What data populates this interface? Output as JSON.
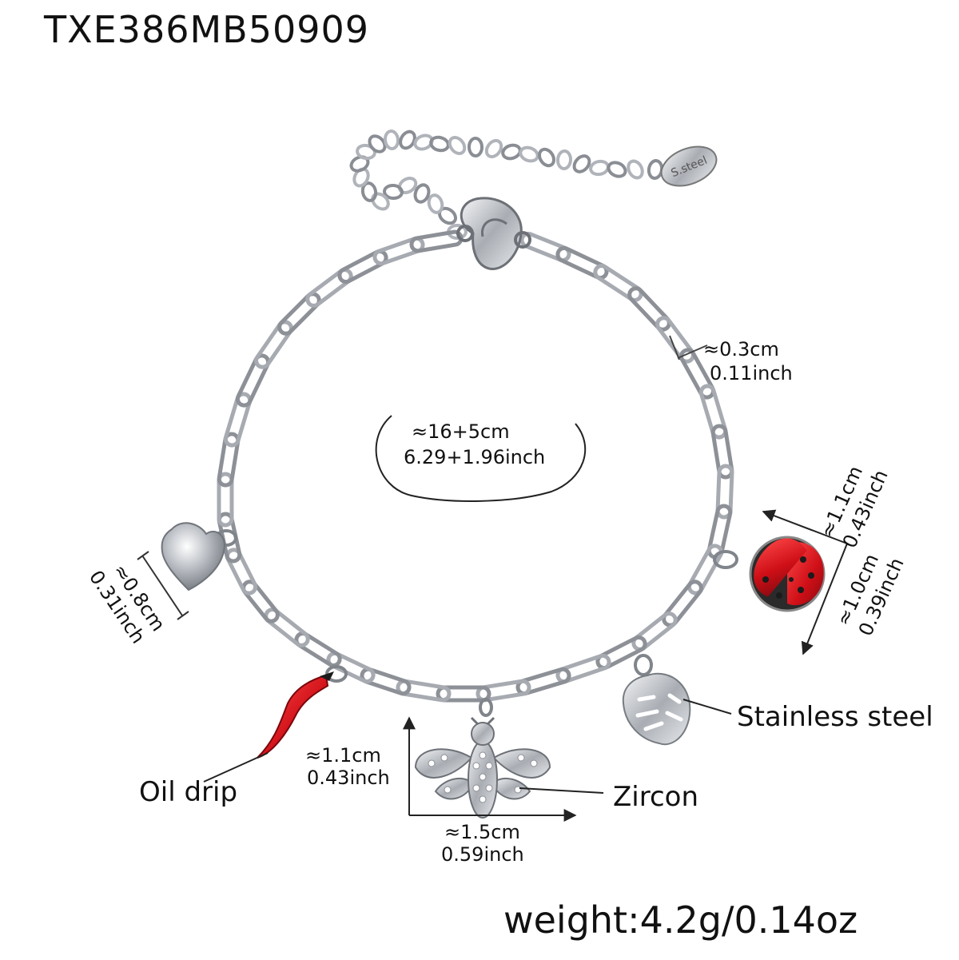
{
  "product": {
    "sku": "TXE386MB50909",
    "weight": "weight:4.2g/0.14oz"
  },
  "tag_engraving": "S.steel",
  "dimensions": {
    "total_length": {
      "metric": "≈16+5cm",
      "imperial": "6.29+1.96inch"
    },
    "link_width": {
      "metric": "≈0.3cm",
      "imperial": "0.11inch"
    },
    "heart": {
      "metric": "≈0.8cm",
      "imperial": "0.31inch"
    },
    "ladybug_width": {
      "metric": "≈1.1cm",
      "imperial": "0.43inch"
    },
    "ladybug_height": {
      "metric": "≈1.0cm",
      "imperial": "0.39inch"
    },
    "bee_height": {
      "metric": "≈1.1cm",
      "imperial": "0.43inch"
    },
    "bee_width": {
      "metric": "≈1.5cm",
      "imperial": "0.59inch"
    }
  },
  "callouts": {
    "oil_drip": "Oil drip",
    "zircon": "Zircon",
    "stainless_steel": "Stainless steel"
  },
  "colors": {
    "metal": "#b9bcc1",
    "metal_dark": "#6d7177",
    "enamel_red": "#d0121a",
    "text": "#111111"
  }
}
